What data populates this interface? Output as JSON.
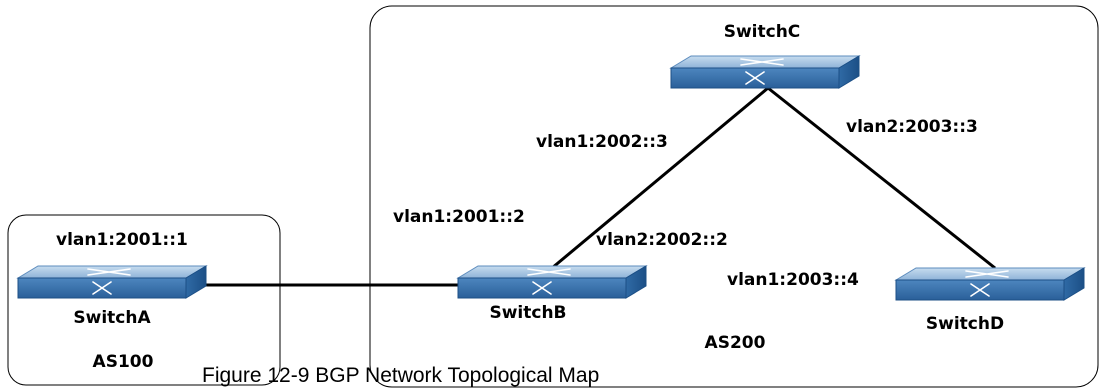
{
  "caption": "Figure 12-9 BGP Network Topological Map",
  "autonomous_systems": [
    {
      "id": "as100",
      "label": "AS100"
    },
    {
      "id": "as200",
      "label": "AS200"
    }
  ],
  "switches": [
    {
      "id": "switchA",
      "label": "SwitchA",
      "as": "AS100"
    },
    {
      "id": "switchB",
      "label": "SwitchB",
      "as": "AS200"
    },
    {
      "id": "switchC",
      "label": "SwitchC",
      "as": "AS200"
    },
    {
      "id": "switchD",
      "label": "SwitchD",
      "as": "AS200"
    }
  ],
  "links": [
    {
      "from": "SwitchA",
      "to": "SwitchB"
    },
    {
      "from": "SwitchB",
      "to": "SwitchC"
    },
    {
      "from": "SwitchC",
      "to": "SwitchD"
    }
  ],
  "interface_labels": {
    "a_vlan1": "vlan1:2001::1",
    "b_vlan1": "vlan1:2001::2",
    "b_vlan2": "vlan2:2002::2",
    "c_vlan1": "vlan1:2002::3",
    "c_vlan2": "vlan2:2003::3",
    "d_vlan1": "vlan1:2003::4"
  },
  "colors": {
    "switch_top": "#a9c7e3",
    "switch_front": "#3f78b3",
    "switch_edge": "#1c4f86",
    "line": "#000000"
  },
  "icons": {
    "switch": "network-switch-icon"
  }
}
